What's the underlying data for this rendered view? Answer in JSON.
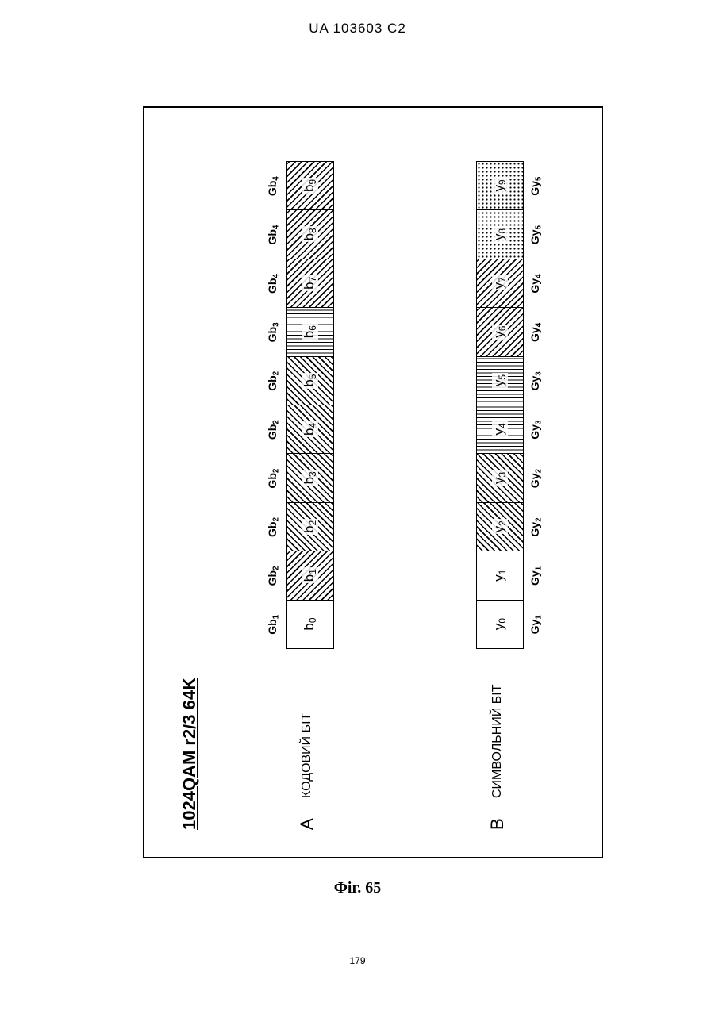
{
  "header": {
    "text": "UA   103603   C2"
  },
  "figure": {
    "title": "1024QAM r2/3 64K",
    "row_a": {
      "letter": "A",
      "label": "КОДОВИЙ БІТ",
      "cells": [
        {
          "name": "b",
          "index": "0",
          "pattern": "white"
        },
        {
          "name": "b",
          "index": "1",
          "pattern": "diagA"
        },
        {
          "name": "b",
          "index": "2",
          "pattern": "diagB"
        },
        {
          "name": "b",
          "index": "3",
          "pattern": "diagB"
        },
        {
          "name": "b",
          "index": "4",
          "pattern": "diagB"
        },
        {
          "name": "b",
          "index": "5",
          "pattern": "diagB"
        },
        {
          "name": "b",
          "index": "6",
          "pattern": "vert"
        },
        {
          "name": "b",
          "index": "7",
          "pattern": "diagA"
        },
        {
          "name": "b",
          "index": "8",
          "pattern": "diagA"
        },
        {
          "name": "b",
          "index": "9",
          "pattern": "diagA"
        }
      ],
      "groups": [
        {
          "name": "Gb",
          "index": "1"
        },
        {
          "name": "Gb",
          "index": "2"
        },
        {
          "name": "Gb",
          "index": "2"
        },
        {
          "name": "Gb",
          "index": "2"
        },
        {
          "name": "Gb",
          "index": "2"
        },
        {
          "name": "Gb",
          "index": "2"
        },
        {
          "name": "Gb",
          "index": "3"
        },
        {
          "name": "Gb",
          "index": "4"
        },
        {
          "name": "Gb",
          "index": "4"
        },
        {
          "name": "Gb",
          "index": "4"
        }
      ]
    },
    "row_b": {
      "letter": "B",
      "label": "СИМВОЛЬНИЙ БІТ",
      "cells": [
        {
          "name": "y",
          "index": "0",
          "pattern": "white"
        },
        {
          "name": "y",
          "index": "1",
          "pattern": "white"
        },
        {
          "name": "y",
          "index": "2",
          "pattern": "diagB"
        },
        {
          "name": "y",
          "index": "3",
          "pattern": "diagB"
        },
        {
          "name": "y",
          "index": "4",
          "pattern": "vert"
        },
        {
          "name": "y",
          "index": "5",
          "pattern": "vert"
        },
        {
          "name": "y",
          "index": "6",
          "pattern": "diagA"
        },
        {
          "name": "y",
          "index": "7",
          "pattern": "diagA"
        },
        {
          "name": "y",
          "index": "8",
          "pattern": "dots"
        },
        {
          "name": "y",
          "index": "9",
          "pattern": "dots"
        }
      ],
      "groups": [
        {
          "name": "Gy",
          "index": "1"
        },
        {
          "name": "Gy",
          "index": "1"
        },
        {
          "name": "Gy",
          "index": "2"
        },
        {
          "name": "Gy",
          "index": "2"
        },
        {
          "name": "Gy",
          "index": "3"
        },
        {
          "name": "Gy",
          "index": "3"
        },
        {
          "name": "Gy",
          "index": "4"
        },
        {
          "name": "Gy",
          "index": "4"
        },
        {
          "name": "Gy",
          "index": "5"
        },
        {
          "name": "Gy",
          "index": "5"
        }
      ]
    }
  },
  "caption": "Фіг. 65",
  "page_number": "179"
}
